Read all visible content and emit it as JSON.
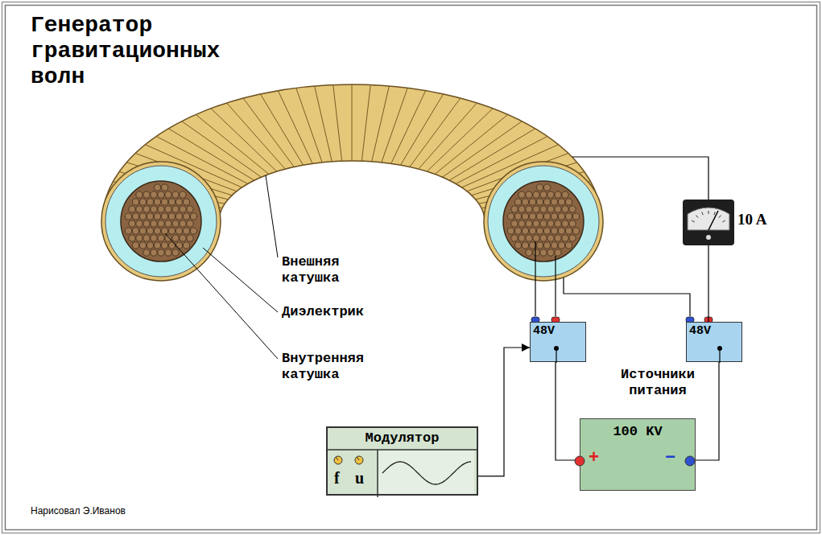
{
  "diagram": {
    "title": "Генератор гравитационных волн",
    "nodes": [
      {
        "text": [
          "10 A"
        ]
      },
      {
        "text": [
          "48V"
        ]
      },
      {
        "text": [
          "48V"
        ]
      },
      {
        "text": [
          "100 KV"
        ]
      },
      {
        "text": [
          "Модулятор",
          "f",
          "u"
        ]
      }
    ],
    "edges": [
      {
        "from": 4,
        "to": 1,
        "arrow": "to"
      },
      {
        "from": 1,
        "to": 3,
        "arrow": "none"
      },
      {
        "from": 2,
        "to": 3,
        "arrow": "none"
      },
      {
        "from": 0,
        "to": 2,
        "arrow": "none"
      }
    ],
    "labels": [
      "Внешняя катушка",
      "Диэлектрик",
      "Внутренняя катушка",
      "Источники питания",
      "+",
      "−",
      "Нарисовал Э.Иванов"
    ]
  }
}
